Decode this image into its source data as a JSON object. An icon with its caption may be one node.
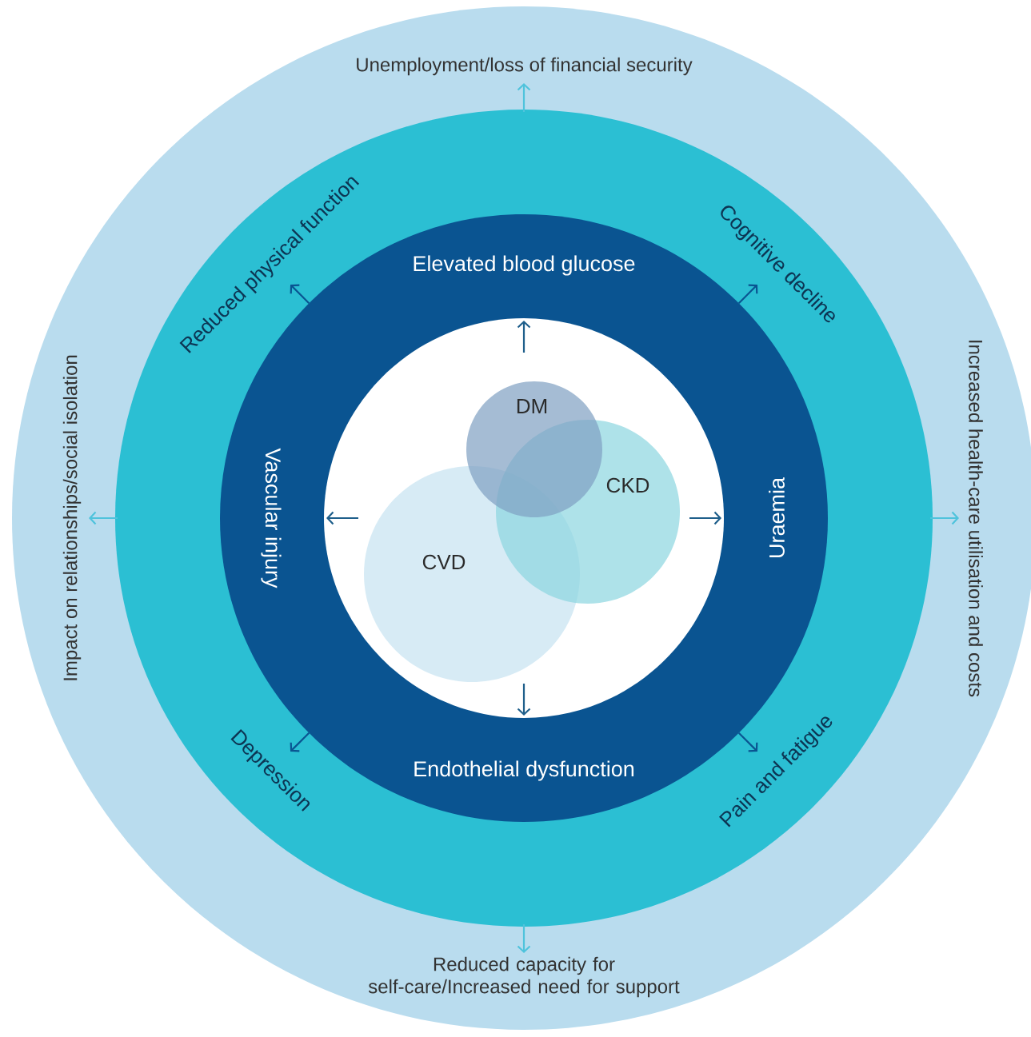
{
  "diagram": {
    "nodes": [
      {
        "text": [
          "Unemployment/loss of financial security",
          "Impact on relationships/social isolation",
          "Increased health-care utilisation and costs",
          "Reduced capacity for self-care/Increased need for support"
        ]
      },
      {
        "text": [
          "Reduced physical function",
          "Cognitive decline",
          "Depression",
          "Pain and fatigue"
        ],
        "in": 0
      },
      {
        "text": [
          "Elevated blood glucose",
          "Vascular injury",
          "Uraemia",
          "Endothelial dysfunction"
        ],
        "in": 1
      },
      {
        "text": [],
        "shape": "circle",
        "in": 2
      },
      {
        "text": [
          "DM"
        ],
        "in": 3
      },
      {
        "text": [
          "CKD"
        ],
        "in": 3
      },
      {
        "text": [
          "CVD"
        ],
        "in": 3
      }
    ]
  }
}
